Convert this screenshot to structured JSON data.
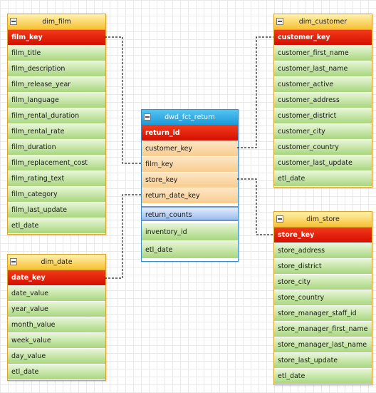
{
  "tables": {
    "dim_film": {
      "title": "dim_film",
      "pk": "film_key",
      "columns": [
        "film_title",
        "film_description",
        "film_release_year",
        "film_language",
        "film_rental_duration",
        "film_rental_rate",
        "film_duration",
        "film_replacement_cost",
        "film_rating_text",
        "film_category",
        "film_last_update",
        "etl_date"
      ]
    },
    "dim_date": {
      "title": "dim_date",
      "pk": "date_key",
      "columns": [
        "date_value",
        "year_value",
        "month_value",
        "week_value",
        "day_value",
        "etl_date"
      ]
    },
    "dwd_fct_return": {
      "title": "dwd_fct_return",
      "pk": "return_id",
      "foreign_keys": [
        "customer_key",
        "film_key",
        "store_key",
        "return_date_key"
      ],
      "measures": [
        "return_counts"
      ],
      "columns": [
        "inventory_id",
        "etl_date"
      ]
    },
    "dim_customer": {
      "title": "dim_customer",
      "pk": "customer_key",
      "columns": [
        "customer_first_name",
        "customer_last_name",
        "customer_active",
        "customer_address",
        "customer_district",
        "customer_city",
        "customer_country",
        "customer_last_update",
        "etl_date"
      ]
    },
    "dim_store": {
      "title": "dim_store",
      "pk": "store_key",
      "columns": [
        "store_address",
        "store_district",
        "store_city",
        "store_country",
        "store_manager_staff_id",
        "store_manager_first_name",
        "store_manager_last_name",
        "store_last_update",
        "etl_date"
      ]
    }
  },
  "links": [
    {
      "from": "dwd_fct_return.film_key",
      "to": "dim_film.film_key"
    },
    {
      "from": "dwd_fct_return.return_date_key",
      "to": "dim_date.date_key"
    },
    {
      "from": "dwd_fct_return.customer_key",
      "to": "dim_customer.customer_key"
    },
    {
      "from": "dwd_fct_return.store_key",
      "to": "dim_store.store_key"
    }
  ],
  "colors": {
    "header_dimension": "#f7c030",
    "header_fact": "#1b9ad8",
    "primary_key": "#d40f00",
    "foreign_key": "#f8cc8e",
    "measure": "#9cbbec",
    "column": "#a8d67e",
    "link_line": "#222222"
  }
}
